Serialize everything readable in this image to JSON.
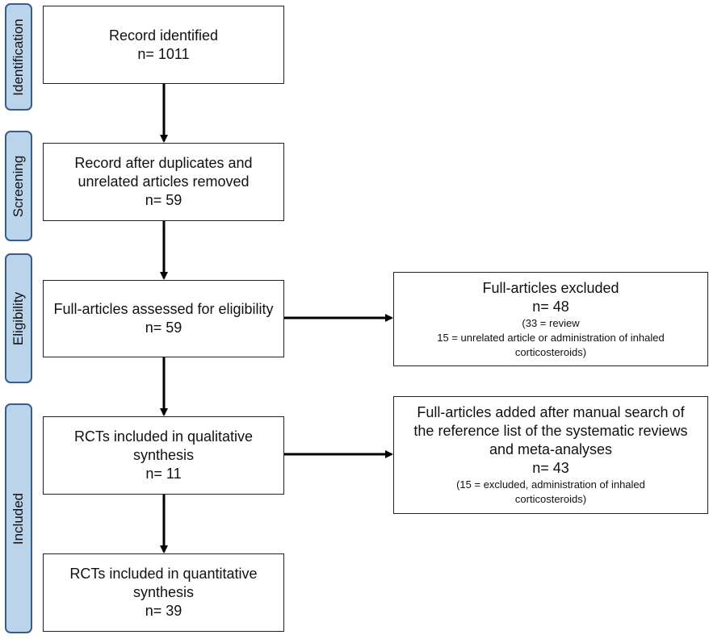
{
  "stages": {
    "identification": "Identification",
    "screening": "Screening",
    "eligibility": "Eligibility",
    "included": "Included"
  },
  "boxes": {
    "identified": {
      "line1": "Record identified",
      "line2": "n= 1011"
    },
    "screened": {
      "line1": "Record after duplicates and",
      "line2": "unrelated articles removed",
      "line3": "n= 59"
    },
    "eligibility": {
      "line1": "Full-articles assessed for eligibility",
      "line2": "n= 59"
    },
    "excluded": {
      "line1": "Full-articles excluded",
      "line2": "n= 48",
      "note1": "(33 = review",
      "note2": "15 = unrelated article or administration of inhaled",
      "note3": "corticosteroids)"
    },
    "qualitative": {
      "line1": "RCTs included in qualitative",
      "line2": "synthesis",
      "line3": "n= 11"
    },
    "added": {
      "line1": "Full-articles added after manual search of",
      "line2": "the reference list of the systematic reviews",
      "line3": "and meta-analyses",
      "line4": "n= 43",
      "note1": "(15 = excluded, administration of inhaled",
      "note2": "corticosteroids)"
    },
    "quantitative": {
      "line1": "RCTs included in quantitative",
      "line2": "synthesis",
      "line3": "n= 39"
    }
  }
}
